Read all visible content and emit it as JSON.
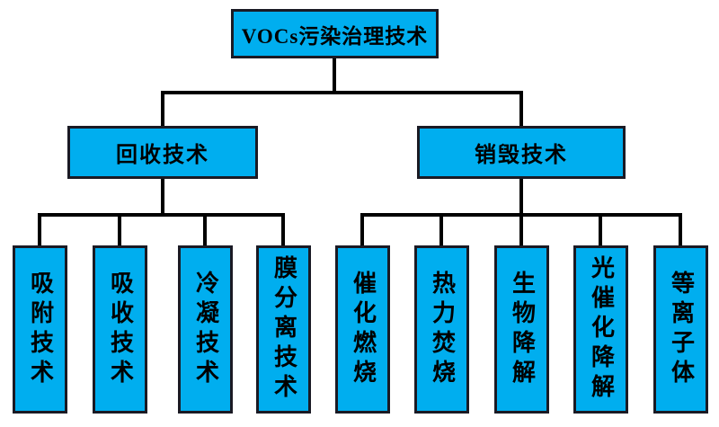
{
  "diagram": {
    "type": "tree",
    "root": "VOCs污染治理技术",
    "branches": [
      {
        "label": "回收技术",
        "children": [
          "吸附技术",
          "吸收技术",
          "冷凝技术",
          "膜分离技术"
        ]
      },
      {
        "label": "销毁技术",
        "children": [
          "催化燃烧",
          "热力焚烧",
          "生物降解",
          "光催化降解",
          "等离子体"
        ]
      }
    ]
  },
  "colors": {
    "box_fill": "#00AEEF",
    "box_border": "#1a1a24",
    "line": "#000000",
    "text": "#000000",
    "background": "#ffffff"
  }
}
